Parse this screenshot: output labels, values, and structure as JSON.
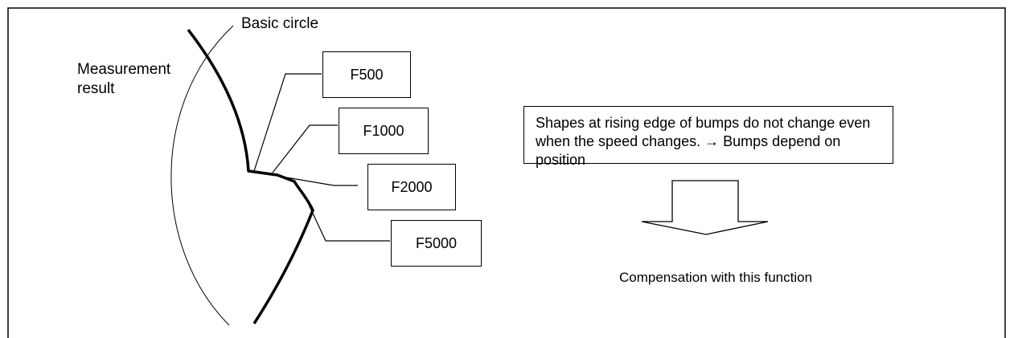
{
  "diagram": {
    "basic_circle_label": "Basic circle",
    "measurement_label_line1": "Measurement",
    "measurement_label_line2": "result",
    "feed_labels": [
      "F500",
      "F1000",
      "F2000",
      "F5000"
    ],
    "note_text": "Shapes at rising edge of bumps do not change even when the speed changes. → Bumps depend on position",
    "result_label": "Compensation with this function"
  }
}
